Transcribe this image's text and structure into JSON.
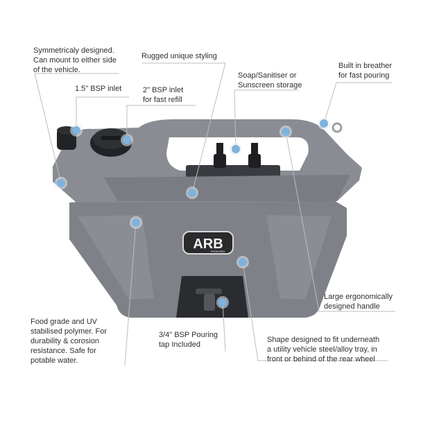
{
  "colors": {
    "tank_body": "#7f8188",
    "tank_dark": "#5f6168",
    "tank_light": "#9a9ca3",
    "marker": "#7fb3dc",
    "marker_ring": "#e8edf2",
    "leader": "#bdbdbd",
    "cap": "#222326",
    "logo_bg": "#2b2b2e",
    "logo_text": "#f4f4f4"
  },
  "logo": {
    "brand": "ARB",
    "sub": "FRONTIER"
  },
  "callouts": [
    {
      "id": "symmetrical",
      "text": "Symmetricaly designed.\nCan mount to either side\nof the vehicle."
    },
    {
      "id": "rugged-styling",
      "text": "Rugged unique styling"
    },
    {
      "id": "soap-storage",
      "text": "Soap/Sanitiser or\nSunscreen storage"
    },
    {
      "id": "breather",
      "text": "Built in breather\nfor fast pouring"
    },
    {
      "id": "inlet-small",
      "text": "1.5\" BSP inlet"
    },
    {
      "id": "inlet-large",
      "text": "2\" BSP inlet\nfor fast refill"
    },
    {
      "id": "handle",
      "text": "Large ergonomically\ndesigned handle"
    },
    {
      "id": "polymer",
      "text": "Food grade and UV\nstabilised polymer. For\ndurability & corosion\nresistance. Safe for\npotable water."
    },
    {
      "id": "pouring-tap",
      "text": "3/4\" BSP Pouring\ntap Included"
    },
    {
      "id": "shape",
      "text": "Shape designed to fit underneath\na utility vehicle steel/alloy tray, in\nfront or behind of the rear wheel"
    }
  ]
}
